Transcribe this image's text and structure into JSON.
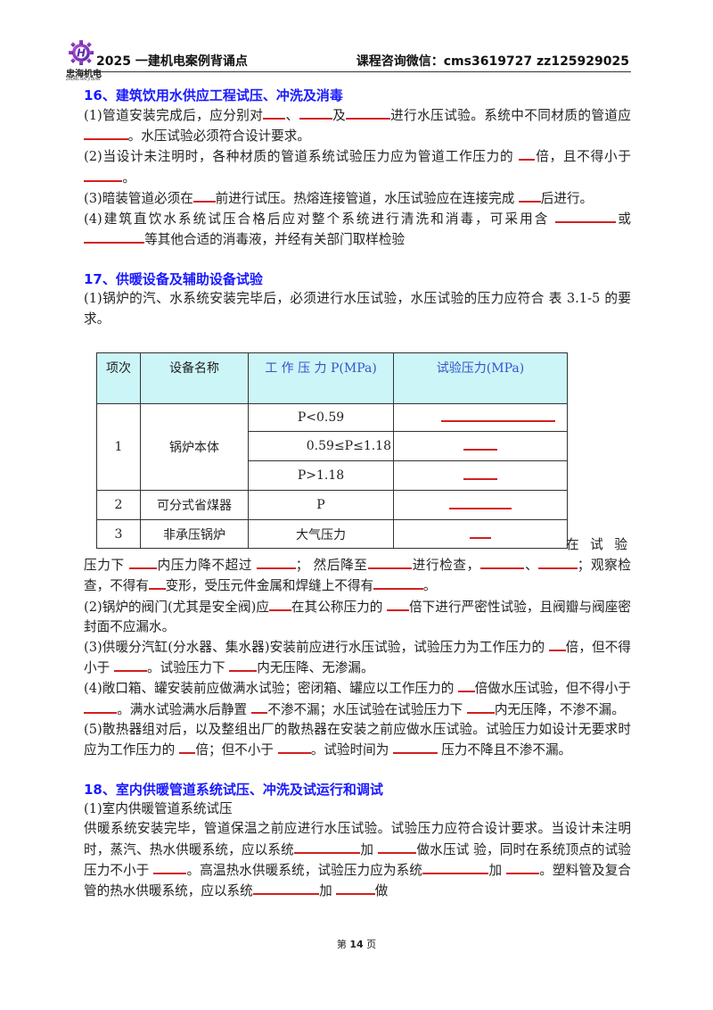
{
  "header": {
    "logo_text": "忠海机电",
    "logo_sub": "ZHONG HAI JI DIAN",
    "title": "2025 一建机电案例背诵点",
    "contact": "课程咨询微信：cms3619727   zz125929025"
  },
  "sections": [
    {
      "title": "16、建筑饮用水供应工程试压、冲洗及消毒",
      "items": [
        "(1)管道安装完成后，应分别对____、______及________进行水压试验。系统中不同材质的管道应________。水压试验必须符合设计要求。",
        "(2)当设计未注明时，各种材质的管道系统试验压力应为管道工作压力的 ___倍，且不得小于 _______。",
        "(3)暗装管道必须在____前进行试压。热熔连接管道，水压试验应在连接完成 ____后进行。",
        "(4)建筑直饮水系统试压合格后应对整个系统进行清洗和消毒，可采用含 ___________或___________等其他合适的消毒液，并经有关部门取样检验"
      ]
    },
    {
      "title": "17、供暖设备及辅助设备试验",
      "intro": "(1)锅炉的汽、水系统安装完毕后，必须进行水压试验，水压试验的压力应符合 表 3.1-5 的要求。",
      "table": {
        "headers": [
          "项次",
          "设备名称",
          "工 作 压 力 P(MPa)",
          "试验压力(MPa)"
        ],
        "rows": [
          {
            "index": "1",
            "device": "锅炉本体",
            "pressures": [
              "P<0.59",
              "0.59≤P≤1.18",
              "P>1.18"
            ]
          },
          {
            "index": "2",
            "device": "可分式省煤器",
            "pressures": [
              "P"
            ]
          },
          {
            "index": "3",
            "device": "非承压锅炉",
            "pressures": [
              "大气压力"
            ]
          }
        ]
      },
      "after_table_lead": "在 试 验",
      "items": [
        "压力下 _____内压力降不超过 _______；  然后降至________进行检查，________、_______；观察检查，不得有___变形，受压元件金属和焊缝上不得有_________。",
        "(2)锅炉的阀门(尤其是安全阀)应____在其公称压力的 ____倍下进行严密性试验，且阀瓣与阀座密封面不应漏水。",
        "(3)供暖分汽缸(分水器、集水器)安装前应进行水压试验，试验压力为工作压力的 ___倍，但不得小于 ______。试验压力下 _____内无压降、无渗漏。",
        "(4)敞口箱、罐安装前应做满水试验；密闭箱、罐应以工作压力的 ___倍做水压试验，但不得小于 ______。满水试验满水后静置 ___不渗不漏；水压试验在试验压力下 _____内无压降，不渗不漏。",
        "(5)散热器组对后，以及整组出厂的散热器在安装之前应做水压试验。试验压力如设计无要求时应为工作压力的 ___倍；但不小于 ______。试验时间为 ________ 压力不降且不渗不漏。"
      ]
    },
    {
      "title": "18、室内供暖管道系统试压、冲洗及试运行和调试",
      "items": [
        "(1)室内供暖管道系统试压",
        "供暖系统安装完毕，管道保温之前应进行水压试验。试验压力应符合设计要求。当设计未注明时，蒸汽、热水供暖系统，应以系统____________加 _______做水压试 验，同时在系统顶点的试验压力不小于 ______。高温热水供暖系统，试验压力应为系统____________加 ______。塑料管及复合管的热水供暖系统，应以系统____________加 _______做"
      ]
    }
  ],
  "footer": {
    "prefix": "第",
    "page": "14",
    "suffix": "页"
  },
  "colors": {
    "heading": "#1a1aff",
    "blank_line": "#d32020",
    "table_header_bg": "#ccf5f7"
  }
}
